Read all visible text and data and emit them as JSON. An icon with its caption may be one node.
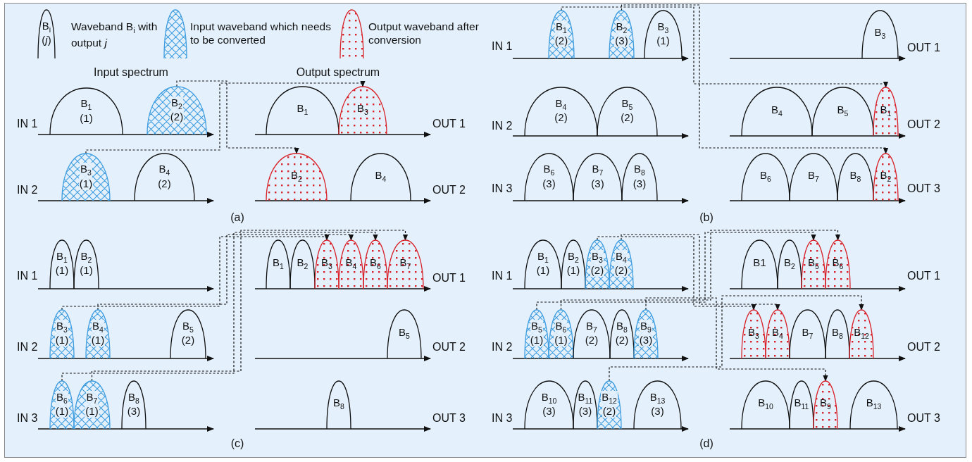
{
  "diagram": {
    "nodes": [
      {
        "text": [
          "B$_{i}$",
          "(*j*)"
        ]
      },
      {
        "text": [
          "B$_{1}$",
          "(1)"
        ]
      },
      {
        "text": [
          "B$_{2}$",
          "(2)"
        ]
      },
      {
        "text": [
          "B$_{3}$",
          "(1)"
        ]
      },
      {
        "text": [
          "B$_{4}$",
          "(2)"
        ]
      },
      {
        "text": [
          "B$_{1}$"
        ]
      },
      {
        "text": [
          "B$_{3}$"
        ]
      },
      {
        "text": [
          "B$_{2}$"
        ]
      },
      {
        "text": [
          "B$_{4}$"
        ]
      },
      {
        "text": [
          "B$_{1}$",
          "(2)"
        ]
      },
      {
        "text": [
          "B$_{2}$",
          "(3)"
        ]
      },
      {
        "text": [
          "B$_{3}$",
          "(1)"
        ]
      },
      {
        "text": [
          "B$_{4}$",
          "(2)"
        ]
      },
      {
        "text": [
          "B$_{5}$",
          "(2)"
        ]
      },
      {
        "text": [
          "B$_{6}$",
          "(3)"
        ]
      },
      {
        "text": [
          "B$_{7}$",
          "(3)"
        ]
      },
      {
        "text": [
          "B$_{8}$",
          "(3)"
        ]
      },
      {
        "text": [
          "B$_{3}$"
        ]
      },
      {
        "text": [
          "B$_{4}$"
        ]
      },
      {
        "text": [
          "B$_{5}$"
        ]
      },
      {
        "text": [
          "B$_{1}$"
        ]
      },
      {
        "text": [
          "B$_{6}$"
        ]
      },
      {
        "text": [
          "B$_{7}$"
        ]
      },
      {
        "text": [
          "B$_{8}$"
        ]
      },
      {
        "text": [
          "B$_{2}$"
        ]
      },
      {
        "text": [
          "B$_{1}$",
          "(1)"
        ]
      },
      {
        "text": [
          "B$_{2}$",
          "(1)"
        ]
      },
      {
        "text": [
          "B$_{3}$",
          "(1)"
        ]
      },
      {
        "text": [
          "B$_{4}$",
          "(1)"
        ]
      },
      {
        "text": [
          "B$_{5}$",
          "(2)"
        ]
      },
      {
        "text": [
          "B$_{6}$",
          "(1)"
        ]
      },
      {
        "text": [
          "B$_{7}$",
          "(1)"
        ]
      },
      {
        "text": [
          "B$_{8}$",
          "(3)"
        ]
      },
      {
        "text": [
          "B$_{1}$"
        ]
      },
      {
        "text": [
          "B$_{2}$"
        ]
      },
      {
        "text": [
          "B$_{3}$"
        ]
      },
      {
        "text": [
          "B$_{4}$"
        ]
      },
      {
        "text": [
          "B$_{6}$"
        ]
      },
      {
        "text": [
          "B$_{7}$"
        ]
      },
      {
        "text": [
          "B$_{5}$"
        ]
      },
      {
        "text": [
          "B$_{8}$"
        ]
      },
      {
        "text": [
          "B$_{1}$",
          "(1)"
        ]
      },
      {
        "text": [
          "B$_{2}$",
          "(1)"
        ]
      },
      {
        "text": [
          "B$_{3}$",
          "(2)"
        ]
      },
      {
        "text": [
          "B$_{4}$",
          "(2)"
        ]
      },
      {
        "text": [
          "B$_{5}$",
          "(1)"
        ]
      },
      {
        "text": [
          "B$_{6}$",
          "(1)"
        ]
      },
      {
        "text": [
          "B$_{7}$",
          "(2)"
        ]
      },
      {
        "text": [
          "B$_{8}$",
          "(2)"
        ]
      },
      {
        "text": [
          "B$_{9}$",
          "(3)"
        ]
      },
      {
        "text": [
          "B$_{10}$",
          "(3)"
        ]
      },
      {
        "text": [
          "B$_{11}$",
          "(3)"
        ]
      },
      {
        "text": [
          "B$_{12}$",
          "(2)"
        ]
      },
      {
        "text": [
          "B$_{13}$",
          "(3)"
        ]
      },
      {
        "text": [
          "B1"
        ]
      },
      {
        "text": [
          "B$_{2}$"
        ]
      },
      {
        "text": [
          "B$_{5}$"
        ]
      },
      {
        "text": [
          "B$_{6}$"
        ]
      },
      {
        "text": [
          "B$_{3}$"
        ]
      },
      {
        "text": [
          "B$_{4}$"
        ]
      },
      {
        "text": [
          "B$_{7}$"
        ]
      },
      {
        "text": [
          "B$_{8}$"
        ]
      },
      {
        "text": [
          "B$_{12}$"
        ]
      },
      {
        "text": [
          "B$_{10}$"
        ]
      },
      {
        "text": [
          "B$_{11}$"
        ]
      },
      {
        "text": [
          "B$_{9}$"
        ]
      },
      {
        "text": [
          "B$_{13}$"
        ]
      }
    ],
    "edges": [
      {
        "from": 3,
        "to": 6,
        "arrow": "to",
        "style": "dashed"
      },
      {
        "from": 2,
        "to": 7,
        "arrow": "to",
        "style": "dashed"
      },
      {
        "from": 9,
        "to": 20,
        "arrow": "to",
        "style": "dashed"
      },
      {
        "from": 10,
        "to": 24,
        "arrow": "to",
        "style": "dashed"
      },
      {
        "from": 27,
        "to": 35,
        "arrow": "to",
        "style": "dashed"
      },
      {
        "from": 28,
        "to": 36,
        "arrow": "to",
        "style": "dashed"
      },
      {
        "from": 30,
        "to": 37,
        "arrow": "to",
        "style": "dashed"
      },
      {
        "from": 31,
        "to": 38,
        "arrow": "to",
        "style": "dashed"
      },
      {
        "from": 43,
        "to": 58,
        "arrow": "to",
        "style": "dashed"
      },
      {
        "from": 44,
        "to": 59,
        "arrow": "to",
        "style": "dashed"
      },
      {
        "from": 45,
        "to": 56,
        "arrow": "to",
        "style": "dashed"
      },
      {
        "from": 46,
        "to": 57,
        "arrow": "to",
        "style": "dashed"
      },
      {
        "from": 49,
        "to": 65,
        "arrow": "to",
        "style": "dashed"
      },
      {
        "from": 52,
        "to": 62,
        "arrow": "to",
        "style": "dashed"
      }
    ],
    "labels": [
      "Input spectrum",
      "Output spectrum",
      "IN 1",
      "OUT 1",
      "IN 2",
      "OUT 2",
      "(a)",
      "IN 1",
      "OUT 1",
      "IN 2",
      "OUT 2",
      "IN 3",
      "OUT 3",
      "(b)",
      "IN 1",
      "OUT 1",
      "IN 2",
      "OUT 2",
      "IN 3",
      "OUT 3",
      "(c)",
      "IN 1",
      "OUT 1",
      "IN 2",
      "OUT 2",
      "IN 3",
      "OUT 3",
      "(d)"
    ],
    "legend": [
      {
        "text": "Waveband B$_{i}$ with output *j*"
      },
      {
        "text": "Input waveband which needs to be converted"
      },
      {
        "text": "Output waveband after conversion"
      }
    ]
  }
}
